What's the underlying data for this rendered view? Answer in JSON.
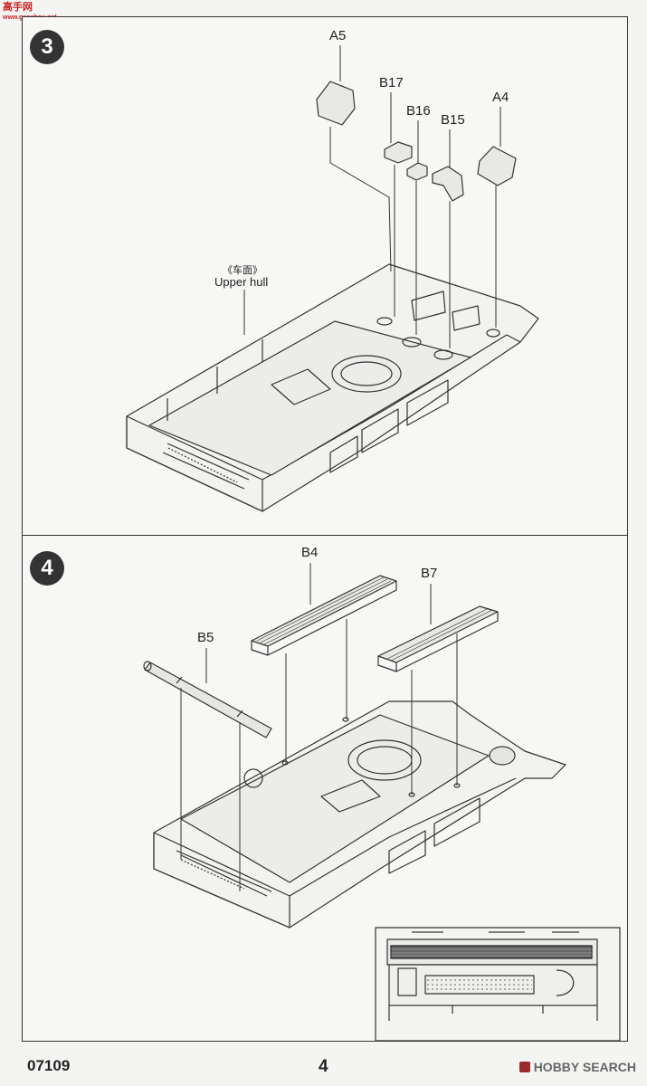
{
  "site_logo": {
    "line1": "高手网",
    "line2": "www.gaoshou.net"
  },
  "step3": {
    "number": "3",
    "parts": [
      "A5",
      "B17",
      "B16",
      "B15",
      "A4"
    ],
    "hull_label_cn": "《车面》",
    "hull_label_en": "Upper hull"
  },
  "step4": {
    "number": "4",
    "parts": [
      "B4",
      "B7",
      "B5"
    ]
  },
  "footer": {
    "product_code": "07109",
    "page_number": "4",
    "watermark": "HOBBY SEARCH"
  }
}
